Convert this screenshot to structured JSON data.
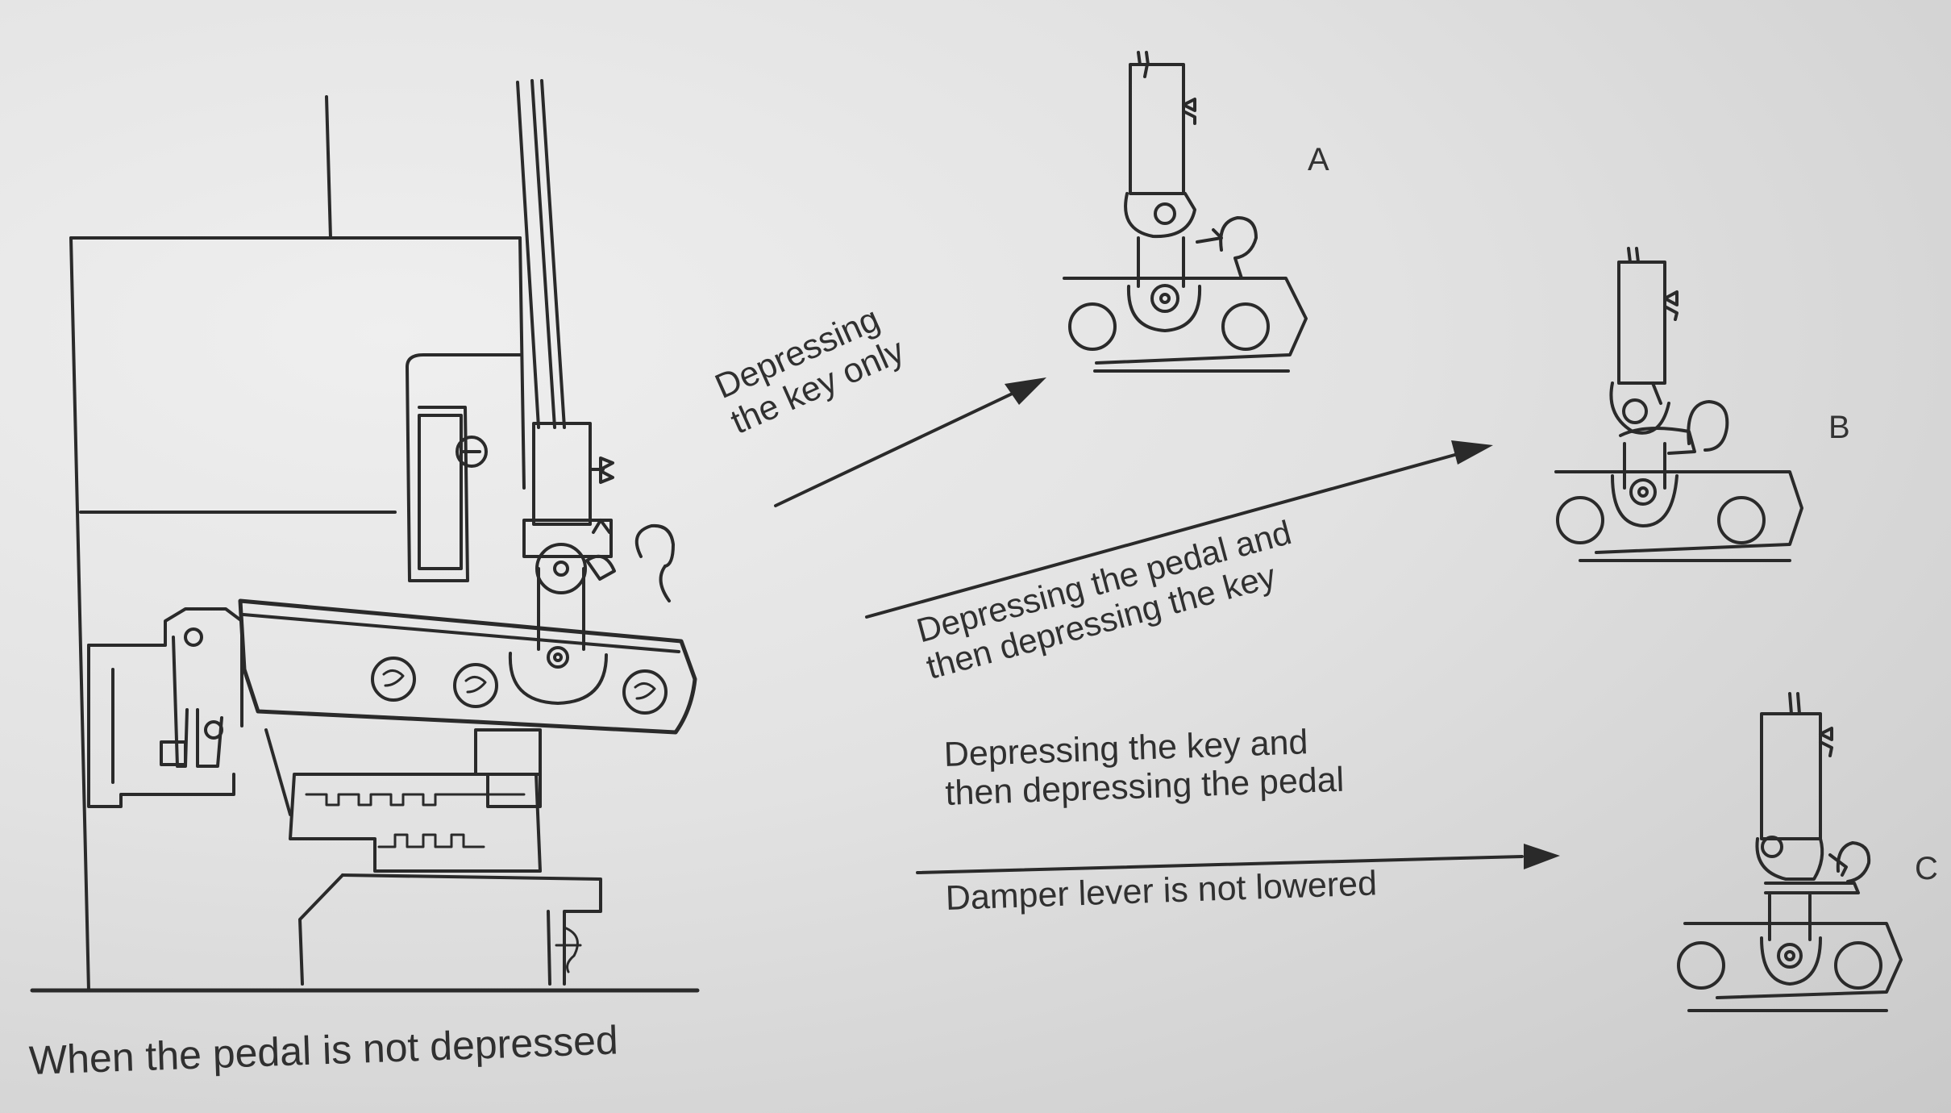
{
  "labels": {
    "key_only": "Depressing\nthe key only",
    "pedal_then_key": "Depressing the pedal and\nthen depressing the key",
    "key_then_pedal": "Depressing the key and\nthen depressing the pedal",
    "damper_note": "Damper lever is not lowered",
    "caption": "When the pedal is not depressed"
  },
  "positions": {
    "a": "A",
    "b": "B",
    "c": "C"
  },
  "colors": {
    "ink": "#2a2a2a",
    "paper": "#e4e4e4"
  }
}
